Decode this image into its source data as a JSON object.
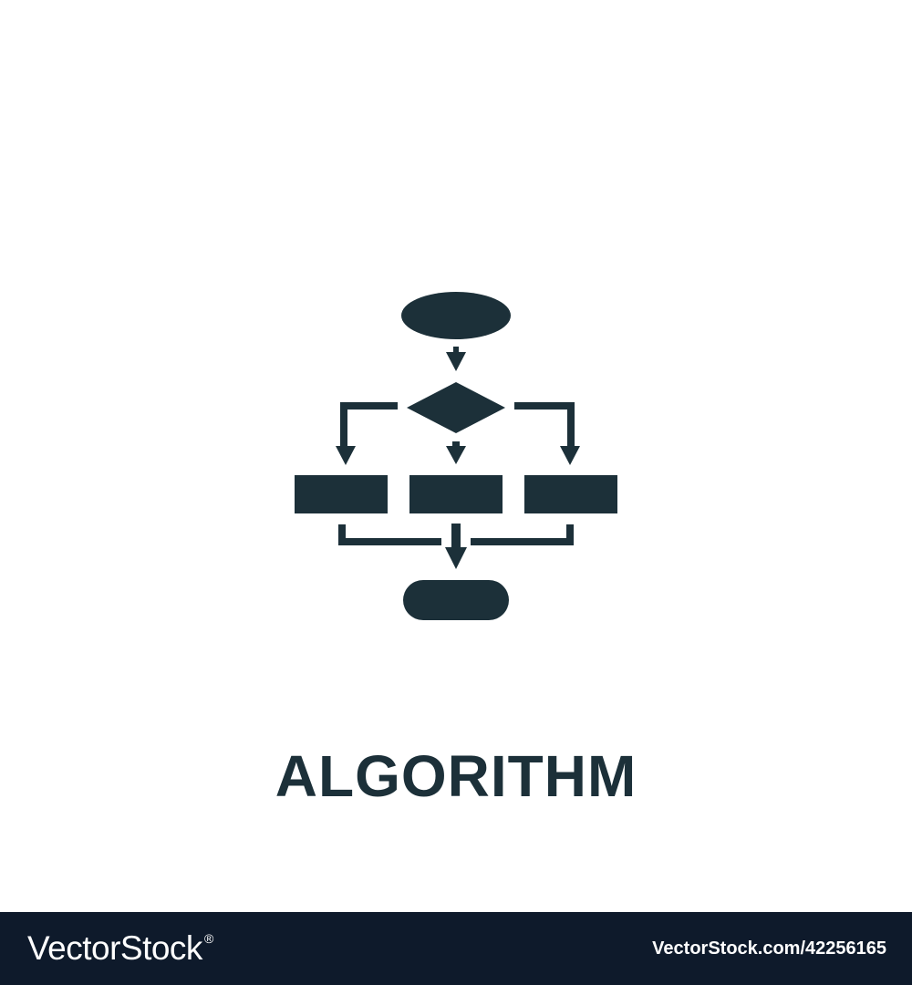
{
  "colors": {
    "icon": "#1c3039",
    "background": "#ffffff",
    "footer_bg": "#0e1a2b",
    "footer_text": "#ffffff"
  },
  "icon": {
    "name": "flowchart-icon"
  },
  "caption": {
    "text": "ALGORITHM"
  },
  "footer": {
    "brand": "VectorStock",
    "brand_mark": "®",
    "id_text": "VectorStock.com/42256165"
  }
}
